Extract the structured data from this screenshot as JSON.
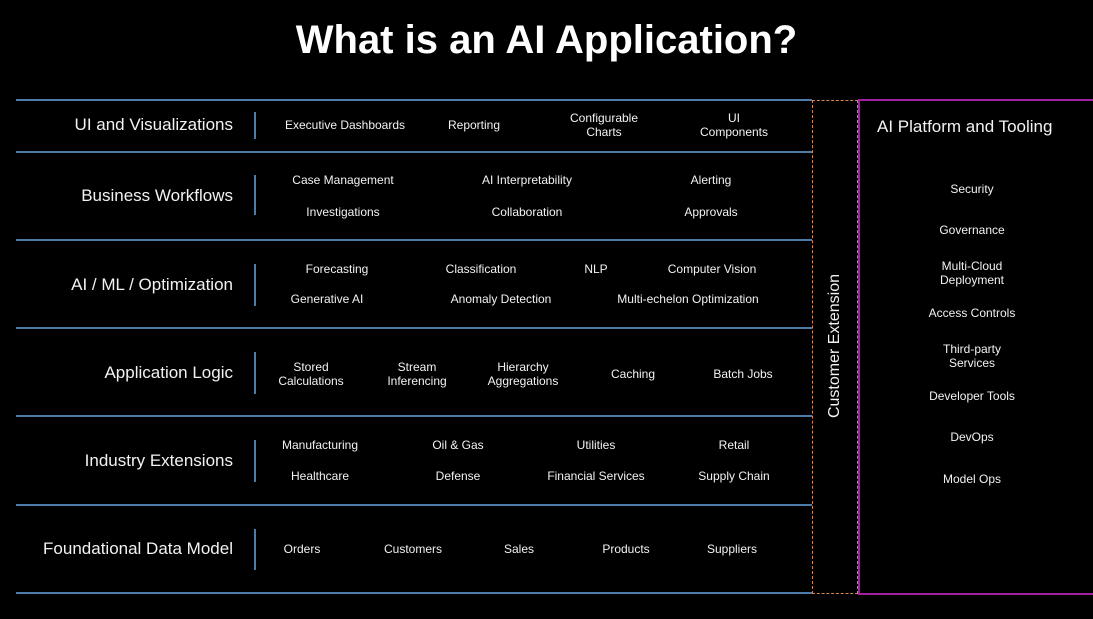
{
  "title": "What is an AI Application?",
  "rows": [
    {
      "label": "UI and Visualizations",
      "items": [
        "Executive Dashboards",
        "Reporting",
        "Configurable\nCharts",
        "UI\nComponents"
      ]
    },
    {
      "label": "Business Workflows",
      "items": [
        "Case Management",
        "AI Interpretability",
        "Alerting",
        "Investigations",
        "Collaboration",
        "Approvals"
      ]
    },
    {
      "label": "AI / ML / Optimization",
      "items": [
        "Forecasting",
        "Classification",
        "NLP",
        "Computer Vision",
        "Generative AI",
        "Anomaly Detection",
        "Multi-echelon Optimization"
      ]
    },
    {
      "label": "Application Logic",
      "items": [
        "Stored\nCalculations",
        "Stream\nInferencing",
        "Hierarchy\nAggregations",
        "Caching",
        "Batch Jobs"
      ]
    },
    {
      "label": "Industry Extensions",
      "items": [
        "Manufacturing",
        "Oil & Gas",
        "Utilities",
        "Retail",
        "Healthcare",
        "Defense",
        "Financial Services",
        "Supply Chain"
      ]
    },
    {
      "label": "Foundational Data Model",
      "items": [
        "Orders",
        "Customers",
        "Sales",
        "Products",
        "Suppliers"
      ]
    }
  ],
  "customer_extension": "Customer Extension",
  "platform": {
    "title": "AI Platform and Tooling",
    "items": [
      "Security",
      "Governance",
      "Multi-Cloud\nDeployment",
      "Access Controls",
      "Third-party\nServices",
      "Developer Tools",
      "DevOps",
      "Model Ops"
    ]
  },
  "colors": {
    "row_line": "#4d7ca8",
    "extension_border": "#d08a5a",
    "platform_border": "#a0209e"
  }
}
